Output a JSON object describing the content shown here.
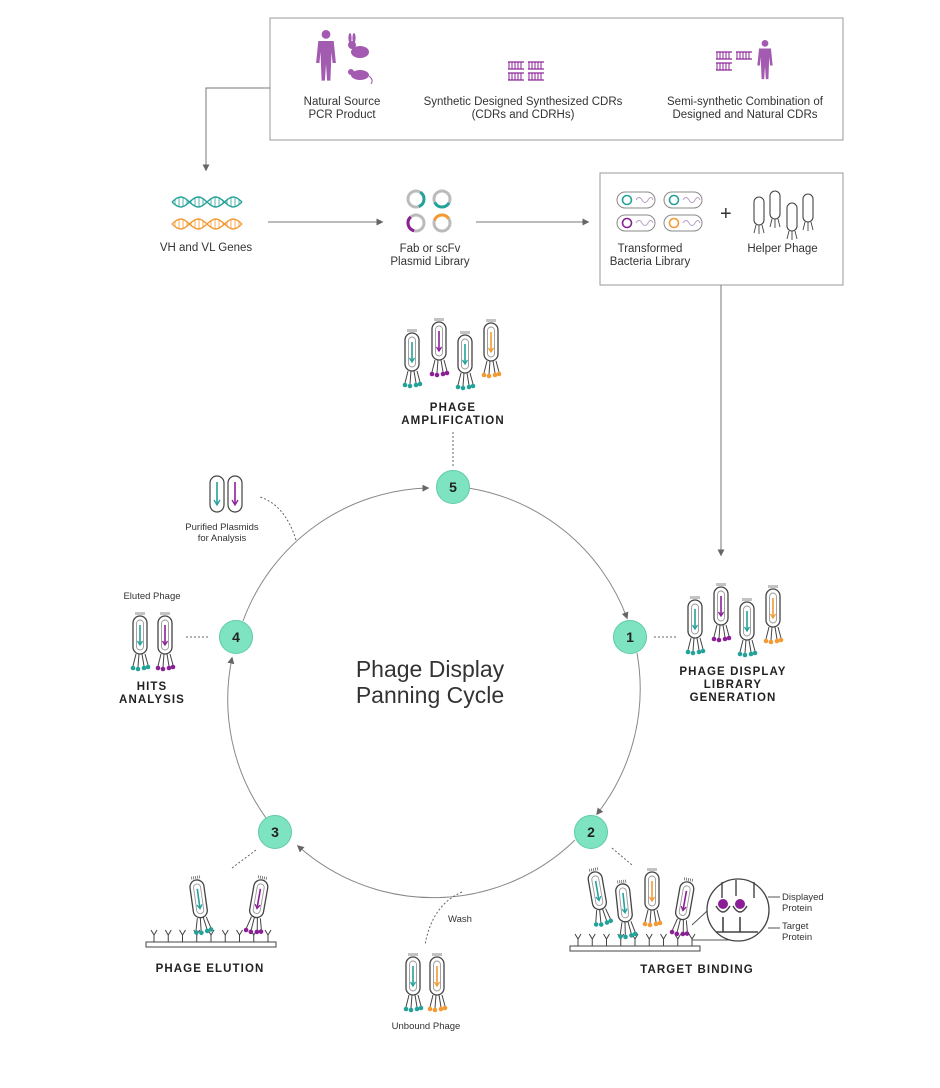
{
  "title": "Phage Display\nPanning Cycle",
  "sources": [
    {
      "id": "natural",
      "label": "Natural Source\nPCR Product",
      "icons": [
        "human-icon",
        "rabbit-icon",
        "mouse-icon"
      ]
    },
    {
      "id": "synthetic",
      "label": "Synthetic Designed Synthesized CDRs\n(CDRs and CDRHs)",
      "icons": [
        "cdr-block-icon"
      ]
    },
    {
      "id": "semisynthetic",
      "label": "Semi-synthetic Combination of\nDesigned and Natural CDRs",
      "icons": [
        "cdr-block-icon",
        "human-icon"
      ]
    }
  ],
  "flow": {
    "genes": "VH and VL Genes",
    "plasmid_library": "Fab or scFv\nPlasmid Library",
    "bacteria_library": "Transformed\nBacteria Library",
    "plus": "+",
    "helper_phage": "Helper Phage"
  },
  "steps": [
    {
      "number": "1",
      "label": "PHAGE DISPLAY\nLIBRARY\nGENERATION"
    },
    {
      "number": "2",
      "label": "TARGET BINDING"
    },
    {
      "number": "3",
      "label": "PHAGE ELUTION"
    },
    {
      "number": "4",
      "label": "HITS\nANALYSIS"
    },
    {
      "number": "5",
      "label": "PHAGE\nAMPLIFICATION"
    }
  ],
  "annotations": {
    "wash": "Wash",
    "unbound_phage": "Unbound Phage",
    "eluted_phage": "Eluted Phage",
    "purified_plasmids": "Purified Plasmids\nfor Analysis",
    "displayed_protein": "Displayed\nProtein",
    "target_protein": "Target\nProtein"
  },
  "colors": {
    "teal": "#23a29a",
    "purple": "#8a1f96",
    "orange": "#f39a33",
    "lavender": "#a25bb0",
    "step_circle": "#7ee3c0",
    "line": "#777777"
  }
}
